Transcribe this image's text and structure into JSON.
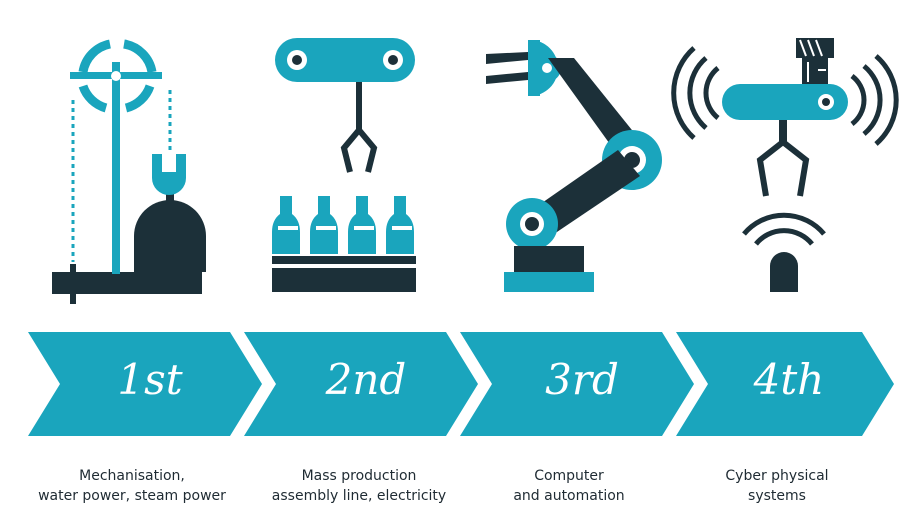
{
  "colors": {
    "teal": "#1aa5bd",
    "dark": "#1c3039",
    "light_teal": "#8fd3e0"
  },
  "stages": [
    {
      "label": "1st",
      "caption_line1": "Mechanisation,",
      "caption_line2": "water power, steam power",
      "icon": "waterwheel-steam-icon"
    },
    {
      "label": "2nd",
      "caption_line1": "Mass production",
      "caption_line2": "assembly line, electricity",
      "icon": "assembly-line-icon"
    },
    {
      "label": "3rd",
      "caption_line1": "Computer",
      "caption_line2": "and automation",
      "icon": "robotic-arm-icon"
    },
    {
      "label": "4th",
      "caption_line1": "Cyber physical",
      "caption_line2": "systems",
      "icon": "wireless-robot-icon"
    }
  ]
}
